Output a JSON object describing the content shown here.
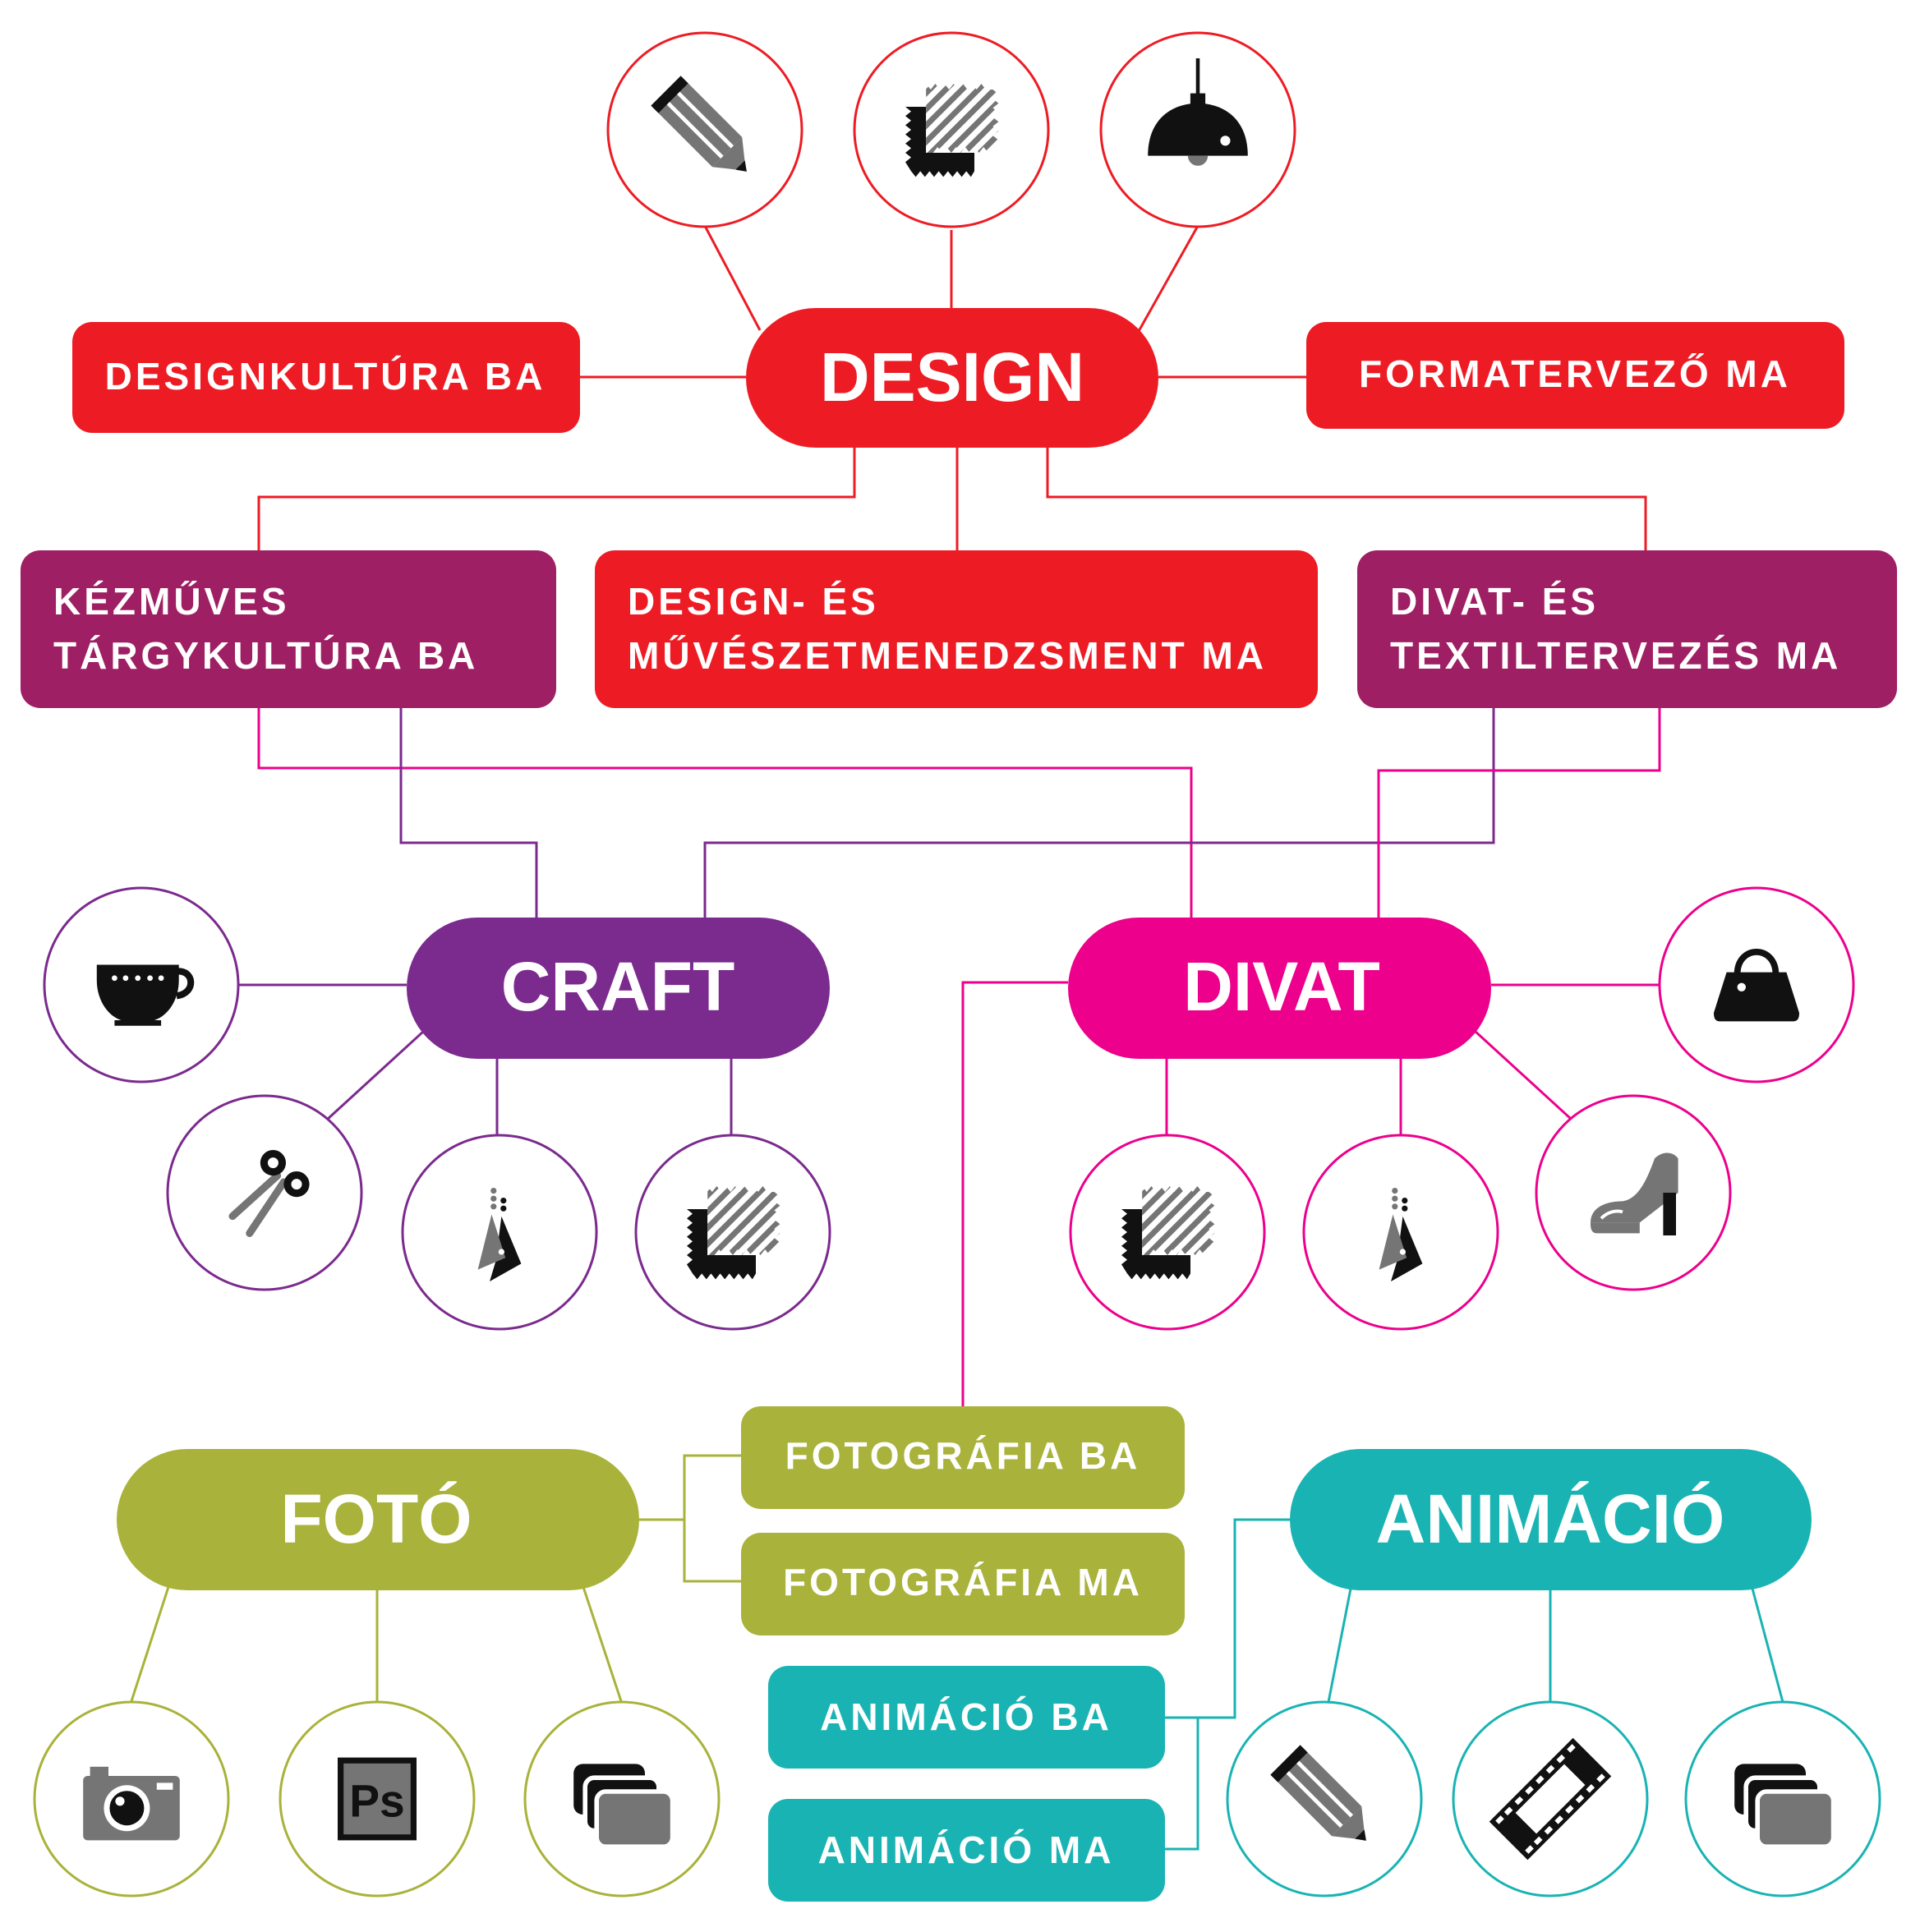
{
  "colors": {
    "design": "#ED1C24",
    "craft_program": "#9E1F63",
    "craft": "#7B2A8E",
    "divat": "#EC008C",
    "foto": "#A9B23A",
    "animacio": "#1AB3B3",
    "icon_dark": "#111111",
    "icon_grey": "#757575"
  },
  "hubs": {
    "design": "DESIGN",
    "craft": "CRAFT",
    "divat": "DIVAT",
    "foto": "FOTÓ",
    "animacio": "ANIMÁCIÓ"
  },
  "programs": {
    "designkultura_ba": "DESIGNKULTÚRA BA",
    "formatervezo_ma": "FORMATERVEZŐ MA",
    "kezmuves_ba": [
      "KÉZMŰVES",
      "TÁRGYKULTÚRA BA"
    ],
    "design_es_muveszet_ma": [
      "DESIGN- ÉS",
      "MŰVÉSZETMENEDZSMENT MA"
    ],
    "divat_es_textil_ma": [
      "DIVAT- ÉS",
      "TEXTILTERVEZÉS MA"
    ],
    "fotografia_ba": "FOTOGRÁFIA BA",
    "fotografia_ma": "FOTOGRÁFIA MA",
    "animacio_ba": "ANIMÁCIÓ BA",
    "animacio_ma": "ANIMÁCIÓ MA"
  },
  "icons": {
    "design": [
      "pencil-icon",
      "fabric-swatch-icon",
      "pendant-lamp-icon"
    ],
    "craft": [
      "teacup-icon",
      "scissors-icon",
      "pattern-pieces-icon",
      "fabric-swatch-icon"
    ],
    "divat": [
      "handbag-icon",
      "fabric-swatch-icon",
      "pattern-pieces-icon",
      "high-heel-shoe-icon"
    ],
    "foto": [
      "camera-icon",
      "photoshop-icon",
      "photo-stack-icon"
    ],
    "animacio": [
      "pencil-icon",
      "film-strip-icon",
      "photo-stack-icon"
    ]
  }
}
